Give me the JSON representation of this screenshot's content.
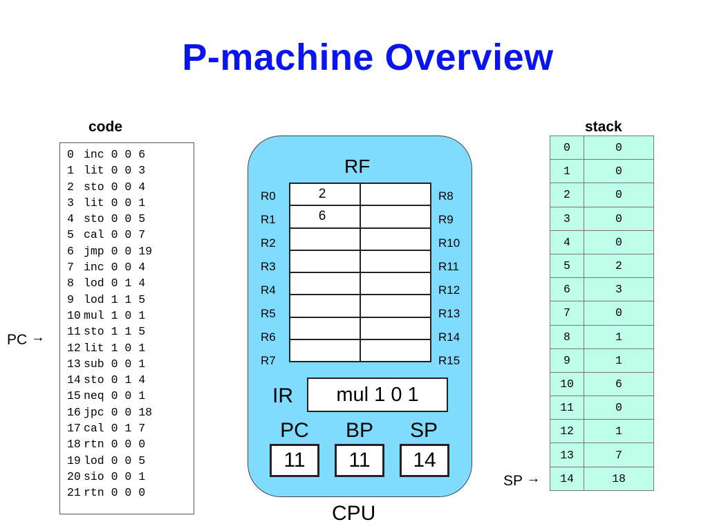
{
  "title": "P-machine Overview",
  "code": {
    "label": "code",
    "lines": [
      {
        "num": "0",
        "instr": "inc 0 0 6"
      },
      {
        "num": "1",
        "instr": "lit 0 0 3"
      },
      {
        "num": "2",
        "instr": "sto 0 0 4"
      },
      {
        "num": "3",
        "instr": "lit 0 0 1"
      },
      {
        "num": "4",
        "instr": "sto 0 0 5"
      },
      {
        "num": "5",
        "instr": "cal 0 0 7"
      },
      {
        "num": "6",
        "instr": "jmp 0 0 19"
      },
      {
        "num": "7",
        "instr": "inc 0 0 4"
      },
      {
        "num": "8",
        "instr": "lod 0 1 4"
      },
      {
        "num": "9",
        "instr": "lod 1 1 5"
      },
      {
        "num": "10",
        "instr": "mul 1 0 1"
      },
      {
        "num": "11",
        "instr": "sto 1 1 5"
      },
      {
        "num": "12",
        "instr": "lit 1 0 1"
      },
      {
        "num": "13",
        "instr": "sub 0 0 1"
      },
      {
        "num": "14",
        "instr": "sto 0 1 4"
      },
      {
        "num": "15",
        "instr": "neq 0 0 1"
      },
      {
        "num": "16",
        "instr": "jpc 0 0 18"
      },
      {
        "num": "17",
        "instr": "cal 0 1 7"
      },
      {
        "num": "18",
        "instr": "rtn 0 0 0"
      },
      {
        "num": "19",
        "instr": "lod 0 0 5"
      },
      {
        "num": "20",
        "instr": "sio 0 0 1"
      },
      {
        "num": "21",
        "instr": "rtn 0 0 0"
      }
    ],
    "pc_pointer_label": "PC",
    "arrow": "→"
  },
  "stack": {
    "label": "stack",
    "rows": [
      {
        "addr": "0",
        "val": "0"
      },
      {
        "addr": "1",
        "val": "0"
      },
      {
        "addr": "2",
        "val": "0"
      },
      {
        "addr": "3",
        "val": "0"
      },
      {
        "addr": "4",
        "val": "0"
      },
      {
        "addr": "5",
        "val": "2"
      },
      {
        "addr": "6",
        "val": "3"
      },
      {
        "addr": "7",
        "val": "0"
      },
      {
        "addr": "8",
        "val": "1"
      },
      {
        "addr": "9",
        "val": "1"
      },
      {
        "addr": "10",
        "val": "6"
      },
      {
        "addr": "11",
        "val": "0"
      },
      {
        "addr": "12",
        "val": "1"
      },
      {
        "addr": "13",
        "val": "7"
      },
      {
        "addr": "14",
        "val": "18"
      }
    ],
    "sp_pointer_label": "SP",
    "arrow": "→"
  },
  "cpu": {
    "label": "CPU",
    "rf": {
      "title": "RF",
      "left_labels": [
        "R0",
        "R1",
        "R2",
        "R3",
        "R4",
        "R5",
        "R6",
        "R7"
      ],
      "right_labels": [
        "R8",
        "R9",
        "R10",
        "R11",
        "R12",
        "R13",
        "R14",
        "R15"
      ],
      "left_values": [
        "2",
        "6",
        "",
        "",
        "",
        "",
        "",
        ""
      ],
      "right_values": [
        "",
        "",
        "",
        "",
        "",
        "",
        "",
        ""
      ]
    },
    "ir": {
      "label": "IR",
      "value": "mul 1 0 1"
    },
    "pc": {
      "label": "PC",
      "value": "11"
    },
    "bp": {
      "label": "BP",
      "value": "11"
    },
    "sp": {
      "label": "SP",
      "value": "14"
    }
  },
  "colors": {
    "title": "#0a14ef",
    "cpu_fill": "#7fdcff",
    "stack_fill": "#bfffea"
  }
}
